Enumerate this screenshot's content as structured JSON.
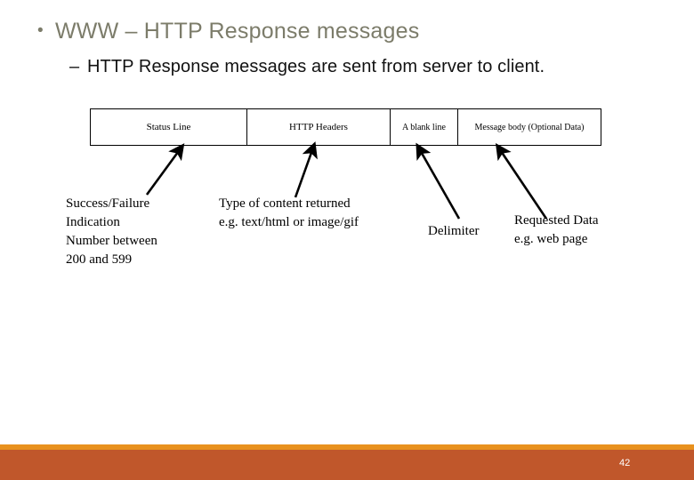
{
  "slide": {
    "page_number": "42",
    "title_bullet": {
      "marker": "•",
      "text": "WWW – HTTP Response messages",
      "color": "#7c7c6a"
    },
    "sub_bullet": {
      "marker": "–",
      "text": "HTTP Response messages are sent from server to client.",
      "color": "#121212"
    }
  },
  "diagram": {
    "table_cells": [
      {
        "label": "Status Line"
      },
      {
        "label": "HTTP Headers"
      },
      {
        "label": "A blank line"
      },
      {
        "label": "Message body (Optional Data)"
      }
    ],
    "callouts": [
      {
        "label": "Success/Failure\nIndication\nNumber between\n200 and 599"
      },
      {
        "label": "Type of content returned\ne.g. text/html or image/gif"
      },
      {
        "label": "Delimiter"
      },
      {
        "label": "Requested Data\ne.g. web page"
      }
    ]
  },
  "theme": {
    "footer_stripe_color": "#e8911e",
    "footer_bar_color": "#c0572b",
    "page_number_color": "#ffffff",
    "background_color": "#ffffff",
    "line_color": "#000000"
  }
}
